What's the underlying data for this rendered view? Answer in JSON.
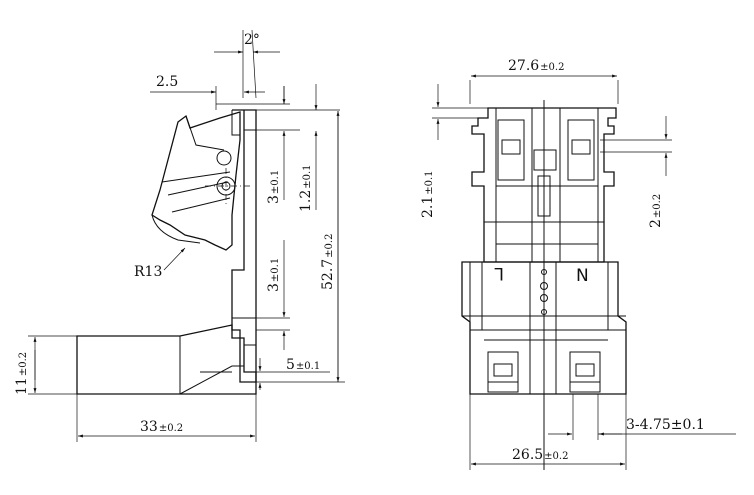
{
  "side_view": {
    "angle": "2°",
    "offset": "2.5",
    "dim_3a_main": "3",
    "dim_3a_tol": "±0.1",
    "dim_1_2_main": "1.2",
    "dim_1_2_tol": "±0.1",
    "dim_3b_main": "3",
    "dim_3b_tol": "±0.1",
    "height_main": "52.7",
    "height_tol": "±0.2",
    "radius": "R13",
    "dim_5_main": "5",
    "dim_5_tol": "±0.1",
    "dim_11_main": "11",
    "dim_11_tol": "±0.2",
    "width_main": "33",
    "width_tol": "±0.2"
  },
  "front_view": {
    "top_width_main": "27.6",
    "top_width_tol": "±0.2",
    "dim_2_1_main": "2.1",
    "dim_2_1_tol": "±0.1",
    "dim_2_main": "2",
    "dim_2_tol": "±0.2",
    "letter_left": "L",
    "letter_right": "N",
    "pitch": "3-4.75±0.1",
    "bottom_width_main": "26.5",
    "bottom_width_tol": "±0.2"
  }
}
